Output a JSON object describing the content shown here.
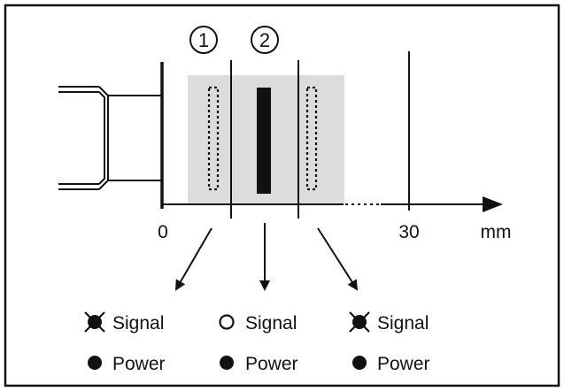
{
  "markers": [
    "1",
    "2"
  ],
  "axis": {
    "zero_label": "0",
    "mark_label": "30",
    "unit": "mm"
  },
  "legend": {
    "signal_label": "Signal",
    "power_label": "Power",
    "columns": [
      {
        "signal_state": "flashing",
        "power_state": "on"
      },
      {
        "signal_state": "off",
        "power_state": "on"
      },
      {
        "signal_state": "flashing",
        "power_state": "on"
      }
    ]
  },
  "colors": {
    "ink": "#111111",
    "zone": "#dcdcdc"
  }
}
